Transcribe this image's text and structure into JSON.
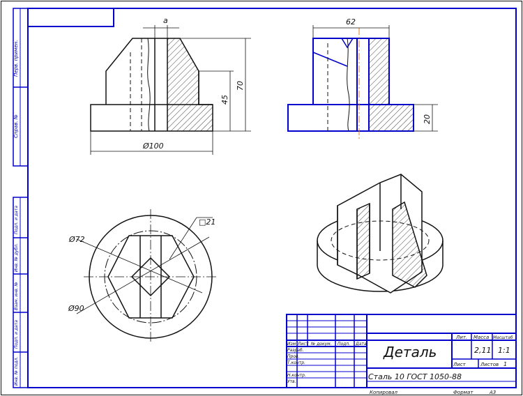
{
  "drawing": {
    "title": "Деталь",
    "material": "Сталь 10  ГОСТ 1050-88",
    "format_label": "Формат",
    "format_value": "А3",
    "copied_label": "Копировал"
  },
  "side_strip": {
    "labels": [
      "Перв. примен.",
      "Справ. №",
      "Подп. и дата",
      "Инв. № дубл.",
      "Взам. инв. №",
      "Подп. и дата",
      "Инв. № подл."
    ]
  },
  "front_view": {
    "dim_small": "a",
    "dim_height_total": "70",
    "dim_height_cone": "45",
    "dim_diameter": "Ø100"
  },
  "side_view": {
    "dim_width": "62",
    "dim_base_height": "20"
  },
  "top_view": {
    "dim_d72": "Ø72",
    "dim_d90": "Ø90",
    "dim_square": "□21"
  },
  "title_block": {
    "col_izm": "Изм",
    "col_list": "Лист",
    "col_doc": "№ докум.",
    "col_sign": "Подп.",
    "col_date": "Дата",
    "row_razrab": "Разраб.",
    "row_prov": "Пров.",
    "row_tkontr": "Т.контр.",
    "row_nkontr": "Н.контр.",
    "row_utv": "Утв.",
    "lit_label": "Лит.",
    "mass_label": "Масса",
    "scale_label": "Масштаб",
    "mass_value": "2,11",
    "scale_value": "1:1",
    "sheet_label": "Лист",
    "sheets_label": "Листов",
    "sheets_value": "1"
  }
}
